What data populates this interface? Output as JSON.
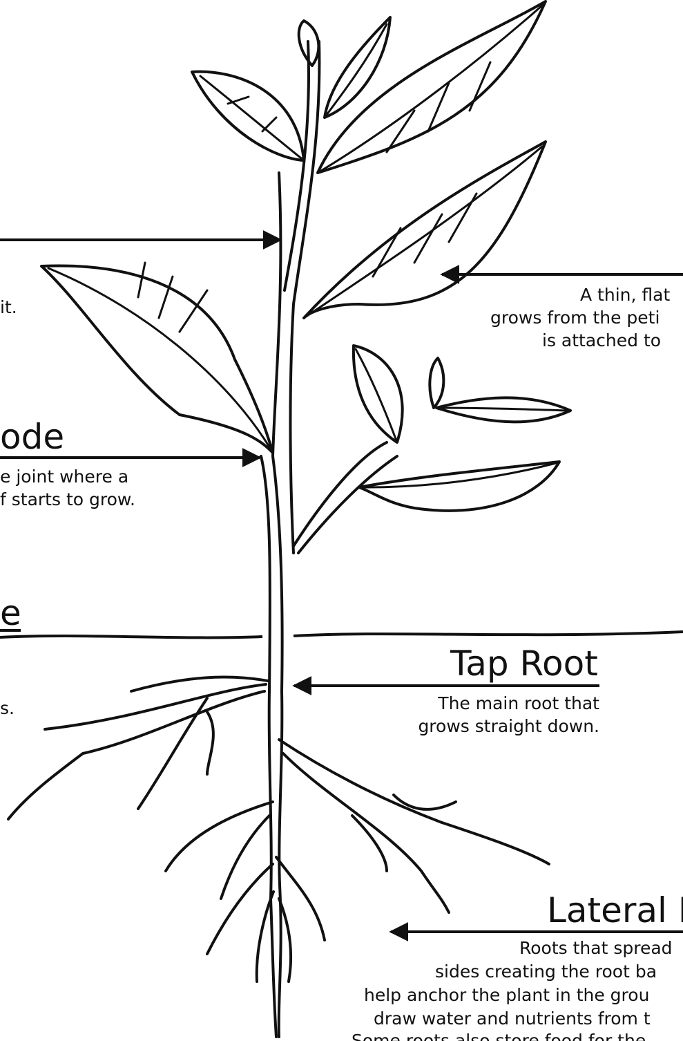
{
  "colors": {
    "ink": "#111111",
    "paper": "#ffffff"
  },
  "labels": {
    "stem_desc_tail": "it.",
    "node_title": "ode",
    "node_desc_line1": "e joint where a",
    "node_desc_line2": "f starts to grow.",
    "soil_title_tail": "e",
    "soil_desc_tail": "s.",
    "leaf_desc_line1": "A thin, flat",
    "leaf_desc_line2": "grows from the peti",
    "leaf_desc_line3": "is attached to",
    "taproot_title": "Tap Root",
    "taproot_desc_line1": "The main root that",
    "taproot_desc_line2": "grows straight down.",
    "lateral_title": "Lateral R",
    "lateral_desc_line1": "Roots that spread",
    "lateral_desc_line2": "sides creating the root ba",
    "lateral_desc_line3": "help anchor the plant in the grou",
    "lateral_desc_line4": "draw water and nutrients from t",
    "lateral_desc_line5": "Some roots also store food for the"
  }
}
